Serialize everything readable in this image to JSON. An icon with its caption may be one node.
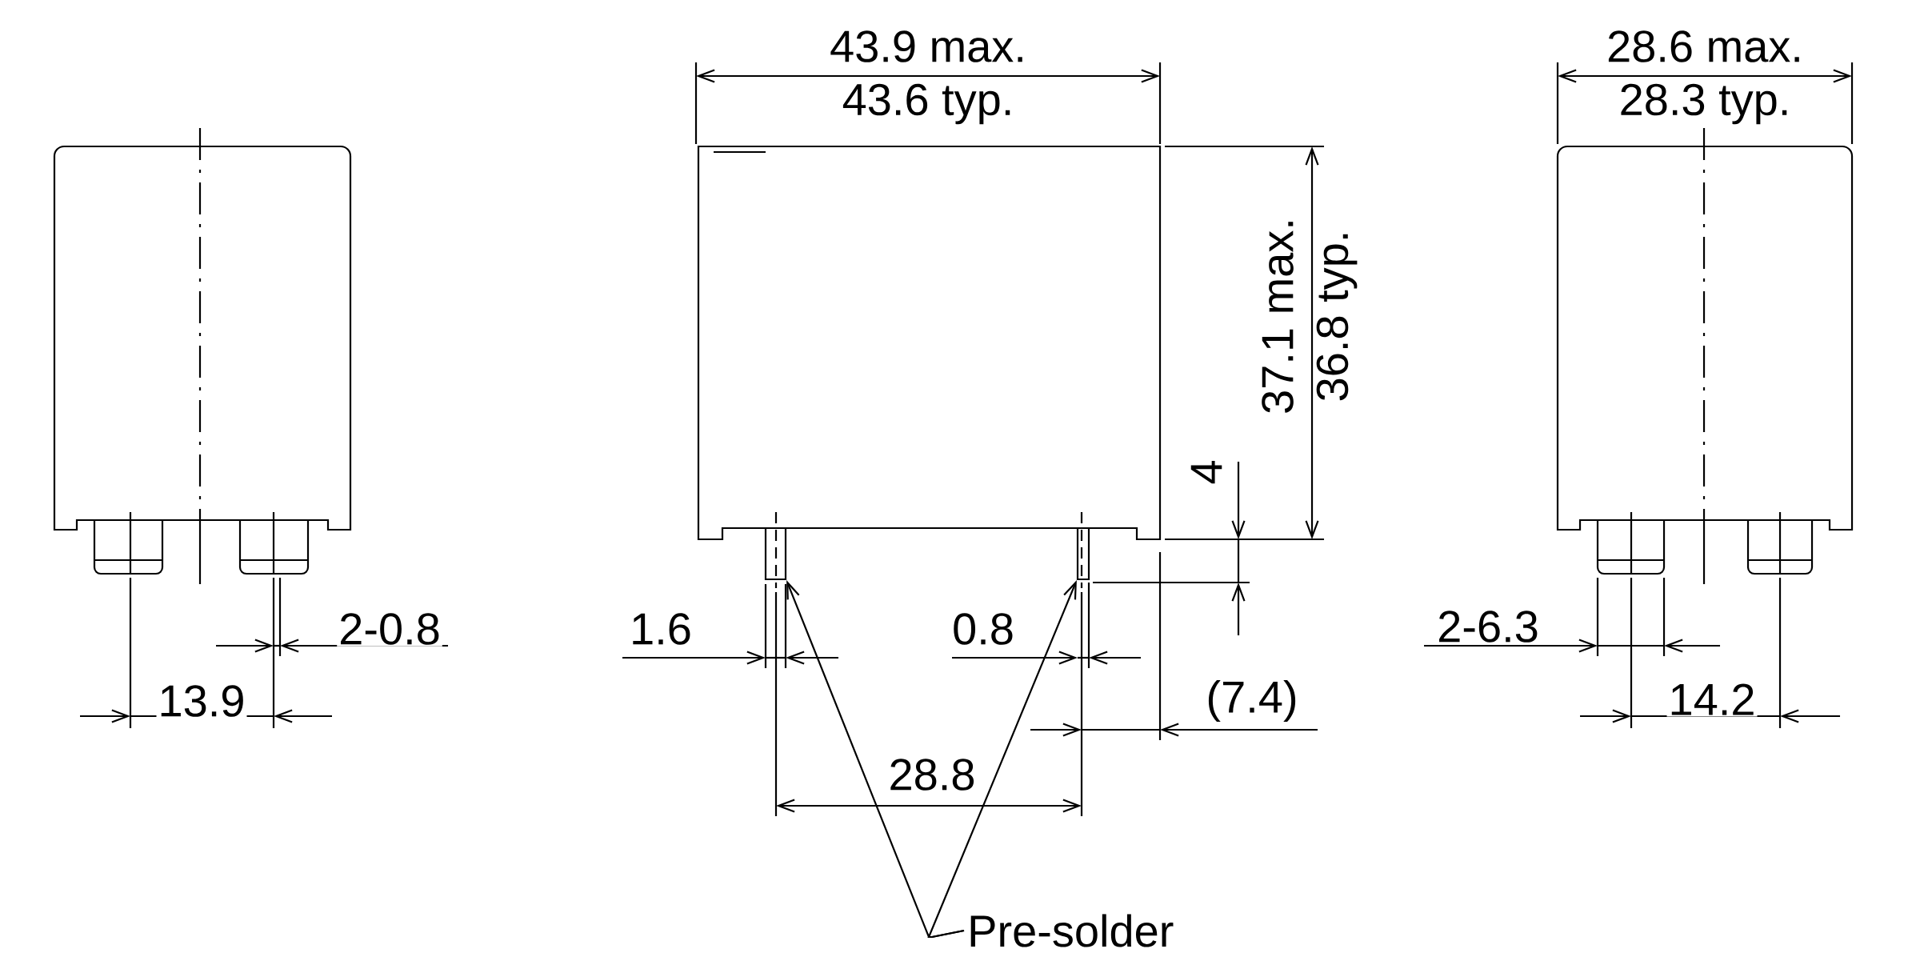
{
  "diagram": {
    "nodes": [
      {
        "text": [
          "Pre-solder"
        ]
      },
      {
        "text": [],
        "shape": "bar"
      },
      {
        "text": [],
        "shape": "bar"
      }
    ],
    "edges": [
      {
        "from": 0,
        "to": 1,
        "arrow": "to"
      },
      {
        "from": 0,
        "to": 2,
        "arrow": "to"
      }
    ],
    "labels": [
      "43.9 max.",
      "28.6 max.",
      "43.6 typ.",
      "28.3 typ.",
      "37.1 max.",
      "36.8 typ.",
      "4",
      "2-0.8",
      "1.6",
      "0.8",
      "2-6.3",
      "13.9",
      "(7.4)",
      "14.2",
      "28.8"
    ]
  }
}
